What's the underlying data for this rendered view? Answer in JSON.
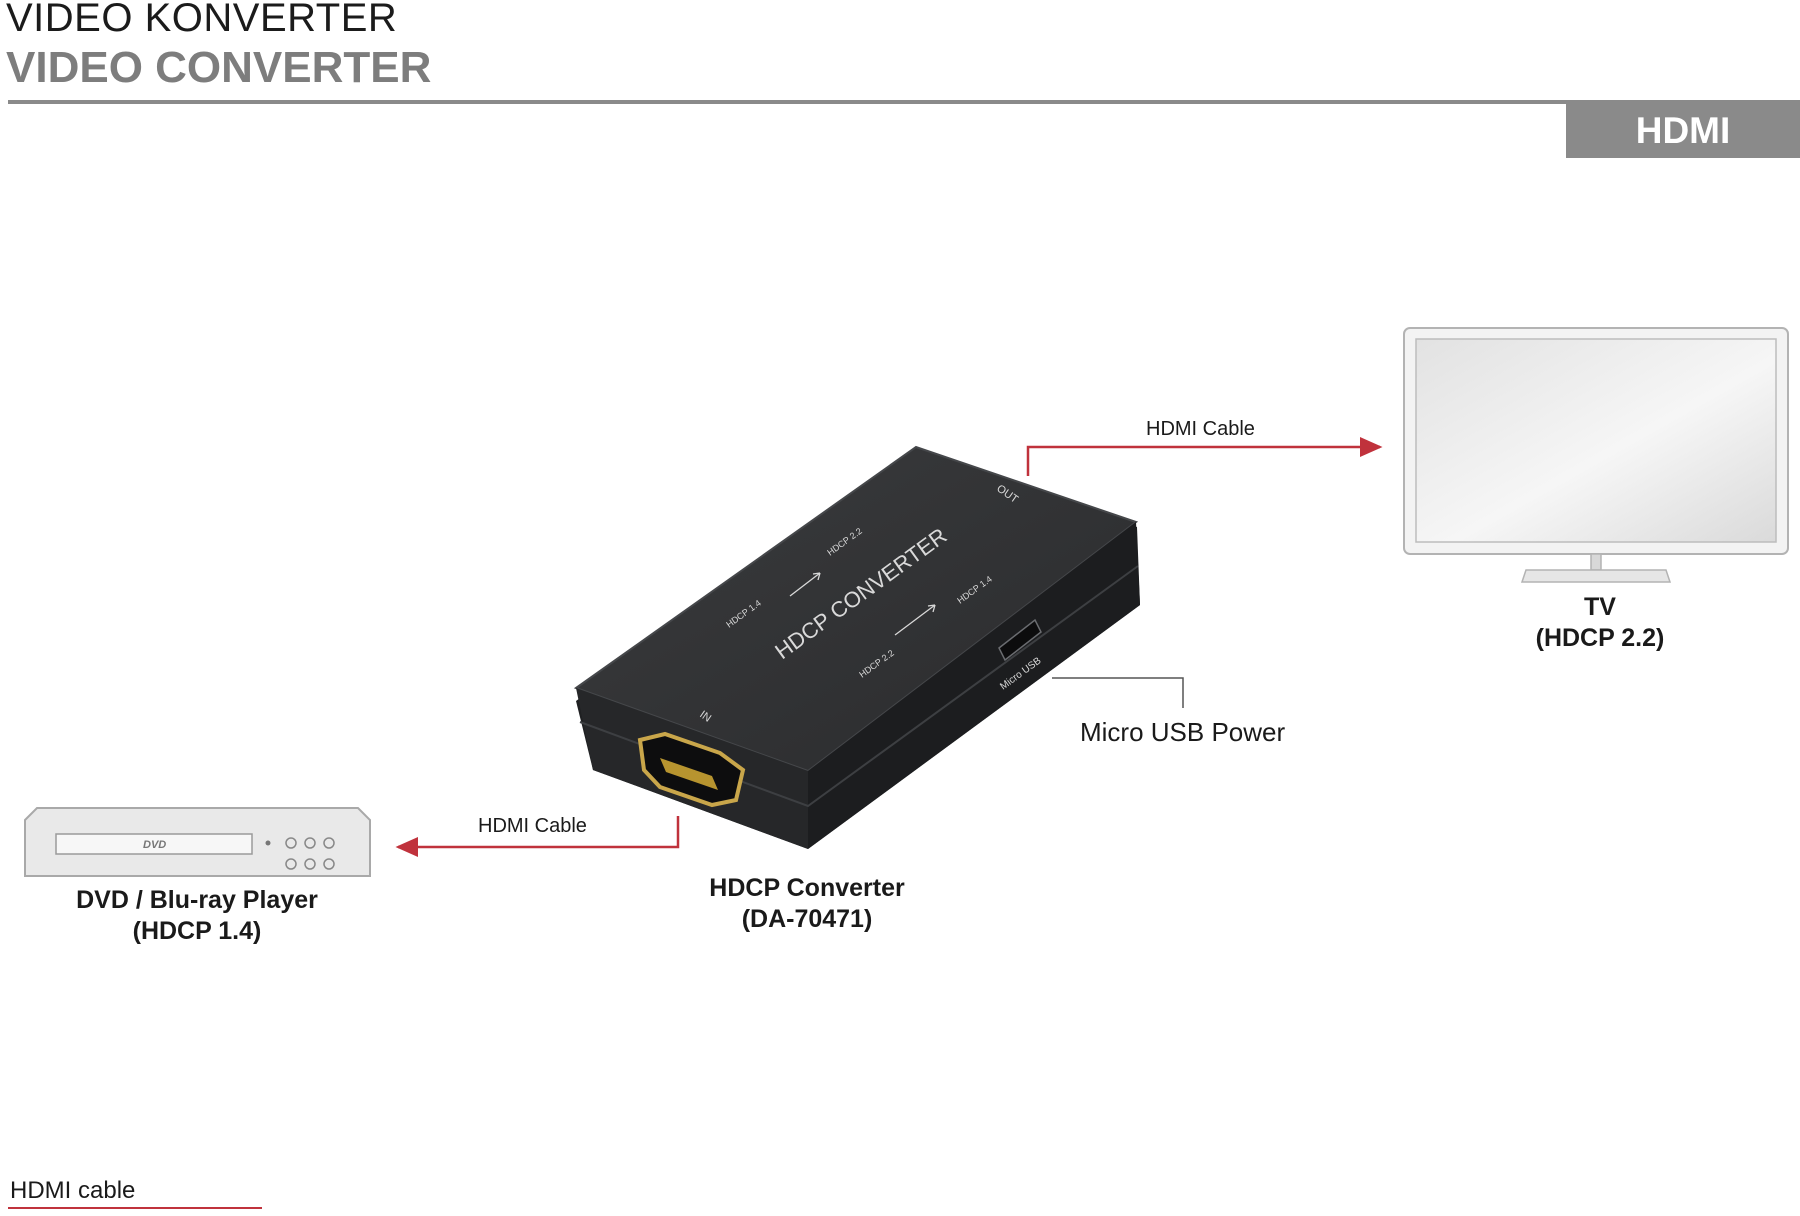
{
  "header": {
    "title_de": "VIDEO KONVERTER",
    "title_en": "VIDEO CONVERTER",
    "category_tab": "HDMI"
  },
  "devices": {
    "tv": {
      "name": "TV",
      "spec": "(HDCP 2.2)"
    },
    "converter": {
      "name": "HDCP Converter",
      "model": "(DA-70471)",
      "printed_labels": {
        "brand": "HDCP CONVERTER",
        "row1_from": "HDCP 1.4",
        "row1_to": "HDCP 2.2",
        "row2_from": "HDCP 2.2",
        "row2_to": "HDCP 1.4",
        "port_in": "IN",
        "port_out": "OUT",
        "port_usb": "Micro USB"
      }
    },
    "player": {
      "name": "DVD / Blu-ray Player",
      "spec": "(HDCP 1.4)",
      "disc_logo": "DVD"
    }
  },
  "connections": {
    "out_cable": "HDMI Cable",
    "in_cable": "HDMI Cable",
    "power": "Micro USB Power"
  },
  "legend": {
    "cable_label": "HDMI cable"
  },
  "colors": {
    "cable_line": "#c0323c",
    "header_gray": "#8a8a8a",
    "device_body": "#2f3032"
  }
}
